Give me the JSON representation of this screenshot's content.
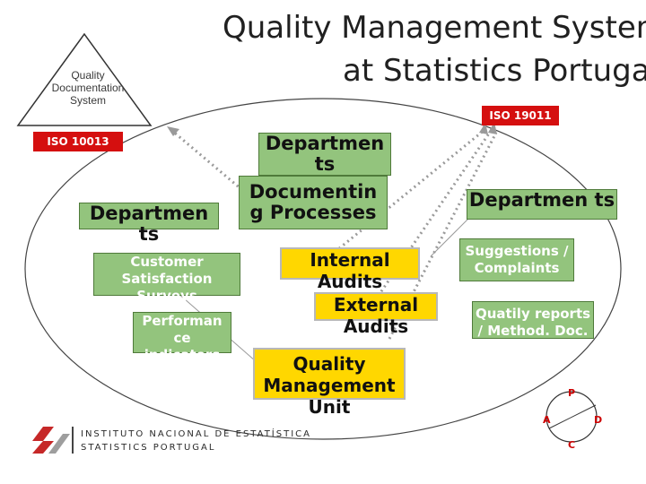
{
  "title": {
    "line1": "Quality Management System",
    "line2": "at Statistics Portugal"
  },
  "triangle": {
    "label": "Quality Documentation System"
  },
  "tags": {
    "iso_10013": "ISO 10013",
    "iso_19011": "ISO 19011"
  },
  "boxes": {
    "departments_top": "Departmen ts",
    "documenting_processes": "Documentin g Processes",
    "departments_left": "Departmen ts",
    "customer_satisfaction": "Customer Satisfaction Surveys",
    "performance_indicators": "Performan ce indicators",
    "internal_audits": "Internal Audits",
    "external_audits": "External Audits",
    "quality_management_unit": "Quality Management Unit",
    "departments_right": "Departmen ts",
    "suggestions_complaints": "Suggestions / Complaints",
    "quality_reports": "Quatily reports / Method. Doc."
  },
  "pdca": {
    "p": "P",
    "d": "D",
    "c": "C",
    "a": "A"
  },
  "logo": {
    "line1": "Instituto Nacional de Estatística",
    "line2": "Statistics Portugal"
  },
  "colors": {
    "green_box": "#93c47d",
    "yellow_box": "#ffd700",
    "red_tag": "#d50f0f",
    "pdca": "#cc0000"
  }
}
